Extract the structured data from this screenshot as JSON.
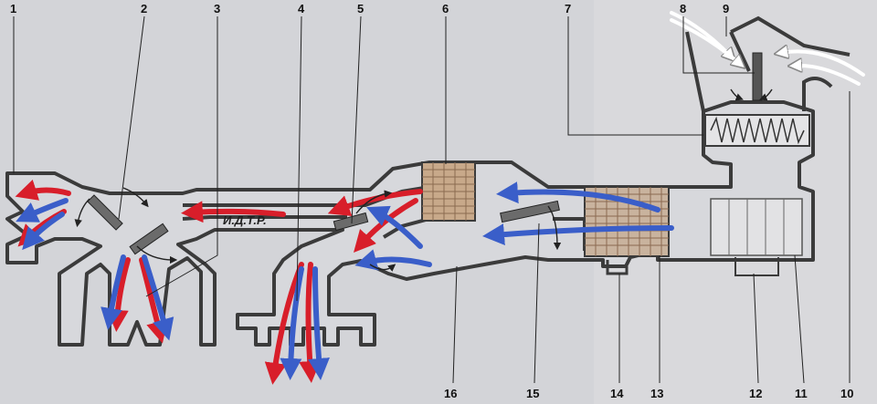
{
  "callouts": [
    "1",
    "2",
    "3",
    "4",
    "5",
    "6",
    "7",
    "8",
    "9",
    "10",
    "11",
    "12",
    "13",
    "14",
    "15",
    "16"
  ],
  "watermark": "И.Д.Т.Р.",
  "colors": {
    "background": "#cfcfd2",
    "duct_outline": "#3b3b3b",
    "warm_air": "#d81e2a",
    "cold_air": "#3a5ec9",
    "fresh_air": "#ffffff"
  }
}
